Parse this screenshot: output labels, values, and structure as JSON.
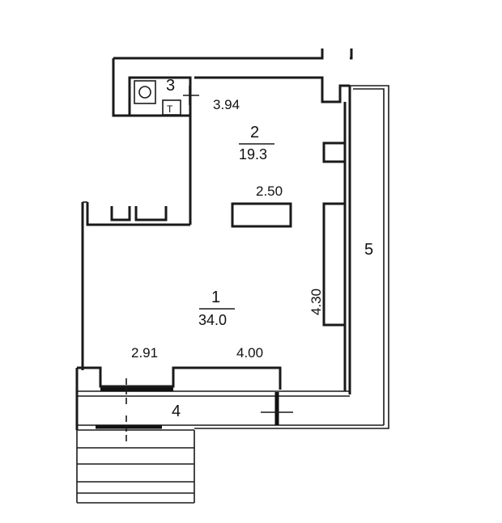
{
  "rooms": [
    {
      "number": "1",
      "area": "34.0"
    },
    {
      "number": "2",
      "area": "19.3"
    },
    {
      "number": "3"
    },
    {
      "number": "4"
    },
    {
      "number": "5"
    }
  ],
  "dimensions": {
    "d394": "3.94",
    "d250": "2.50",
    "d430": "4.30",
    "d291": "2.91",
    "d400": "4.00"
  },
  "fixtures": {
    "boiler_symbol": "T"
  }
}
